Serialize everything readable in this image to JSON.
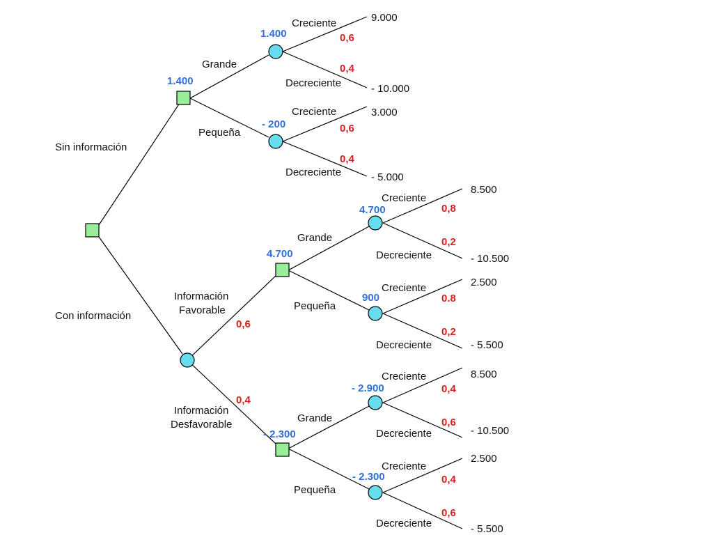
{
  "colors": {
    "decision_node": "#99ee99",
    "chance_node": "#66ddee",
    "expected_value": "#2f6fd6",
    "probability": "#d42020"
  },
  "root": {
    "branches": {
      "sin_info": "Sin información",
      "con_info": "Con información"
    }
  },
  "sin_info": {
    "ev": "1.400",
    "grande": {
      "label": "Grande",
      "ev": "1.400",
      "creciente": {
        "label": "Creciente",
        "prob": "0,6",
        "payoff": "9.000"
      },
      "decreciente": {
        "label": "Decreciente",
        "prob": "0,4",
        "payoff": "- 10.000"
      }
    },
    "pequena": {
      "label": "Pequeña",
      "ev": "- 200",
      "creciente": {
        "label": "Creciente",
        "prob": "0,6",
        "payoff": "3.000"
      },
      "decreciente": {
        "label": "Decreciente",
        "prob": "0,4",
        "payoff": "- 5.000"
      }
    }
  },
  "con_info": {
    "favorable": {
      "label_line1": "Información",
      "label_line2": "Favorable",
      "prob": "0,6",
      "ev": "4.700",
      "grande": {
        "label": "Grande",
        "ev": "4.700",
        "creciente": {
          "label": "Creciente",
          "prob": "0,8",
          "payoff": "8.500"
        },
        "decreciente": {
          "label": "Decreciente",
          "prob": "0,2",
          "payoff": "- 10.500"
        }
      },
      "pequena": {
        "label": "Pequeña",
        "ev": "900",
        "creciente": {
          "label": "Creciente",
          "prob": "0.8",
          "payoff": "2.500"
        },
        "decreciente": {
          "label": "Decreciente",
          "prob": "0,2",
          "payoff": "- 5.500"
        }
      }
    },
    "desfavorable": {
      "label_line1": "Información",
      "label_line2": "Desfavorable",
      "prob": "0,4",
      "ev": "- 2.300",
      "grande": {
        "label": "Grande",
        "ev": "- 2.900",
        "creciente": {
          "label": "Creciente",
          "prob": "0,4",
          "payoff": "8.500"
        },
        "decreciente": {
          "label": "Decreciente",
          "prob": "0,6",
          "payoff": "- 10.500"
        }
      },
      "pequena": {
        "label": "Pequeña",
        "ev": "- 2.300",
        "creciente": {
          "label": "Creciente",
          "prob": "0,4",
          "payoff": "2.500"
        },
        "decreciente": {
          "label": "Decreciente",
          "prob": "0,6",
          "payoff": "- 5.500"
        }
      }
    }
  }
}
